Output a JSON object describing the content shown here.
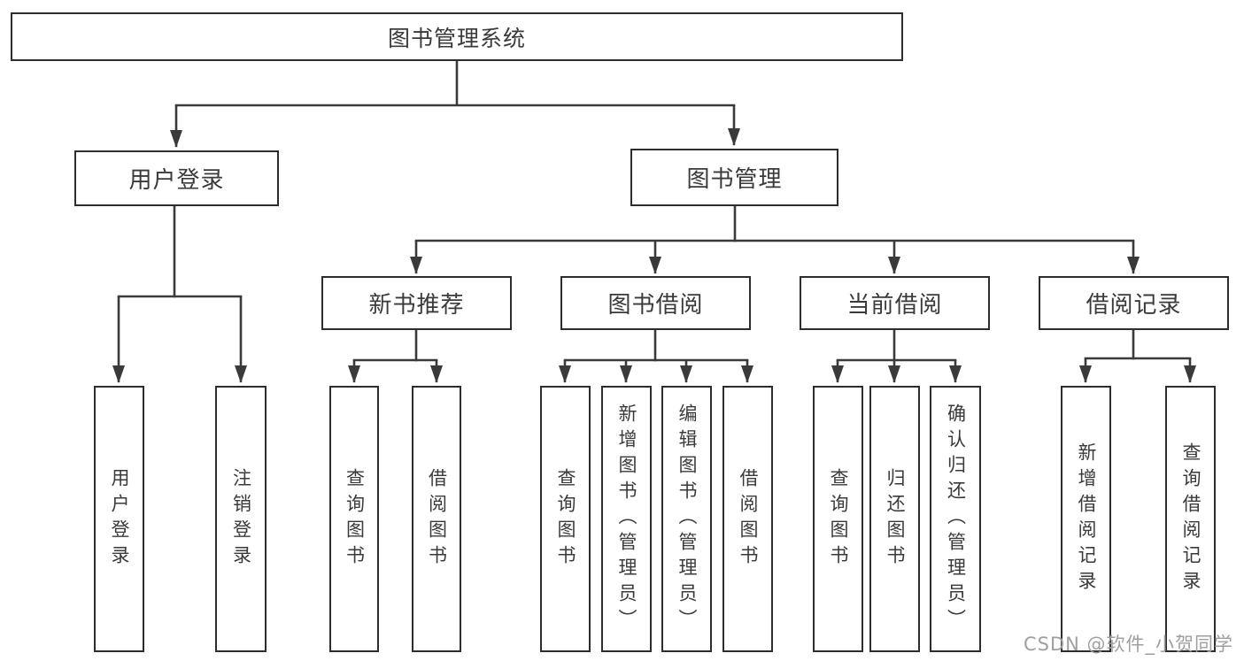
{
  "diagram_title": "图书管理系统",
  "nodes": {
    "root": "图书管理系统",
    "user_login_group": "用户登录",
    "book_management": "图书管理",
    "new_book_recommend": "新书推荐",
    "book_borrowing": "图书借阅",
    "current_borrowing": "当前借阅",
    "borrowing_records": "借阅记录",
    "user_login": "用户登录",
    "logout_login": "注销登录",
    "newrec_query_books": "查询图书",
    "newrec_borrow_books": "借阅图书",
    "borrow_query_books": "查询图书",
    "borrow_add_books_admin": "新增图书（管理员）",
    "borrow_edit_books_admin": "编辑图书（管理员）",
    "borrow_borrow_books": "借阅图书",
    "current_query_books": "查询图书",
    "current_return_books": "归还图书",
    "current_confirm_return_admin": "确认归还（管理员）",
    "records_add_record": "新增借阅记录",
    "records_query_record": "查询借阅记录"
  },
  "hierarchy": {
    "root": "图书管理系统",
    "branches": [
      {
        "label": "用户登录",
        "children": [
          "用户登录",
          "注销登录"
        ]
      },
      {
        "label": "图书管理",
        "children": [
          {
            "label": "新书推荐",
            "children": [
              "查询图书",
              "借阅图书"
            ]
          },
          {
            "label": "图书借阅",
            "children": [
              "查询图书",
              "新增图书（管理员）",
              "编辑图书（管理员）",
              "借阅图书"
            ]
          },
          {
            "label": "当前借阅",
            "children": [
              "查询图书",
              "归还图书",
              "确认归还（管理员）"
            ]
          },
          {
            "label": "借阅记录",
            "children": [
              "新增借阅记录",
              "查询借阅记录"
            ]
          }
        ]
      }
    ]
  },
  "watermark": "CSDN @软件_小贺同学",
  "colors": {
    "line": "#3a3a3a",
    "box_border": "#2d2d2d",
    "box_fill": "#ffffff",
    "text": "#3a3a3a",
    "watermark": "#9f9f9f"
  }
}
